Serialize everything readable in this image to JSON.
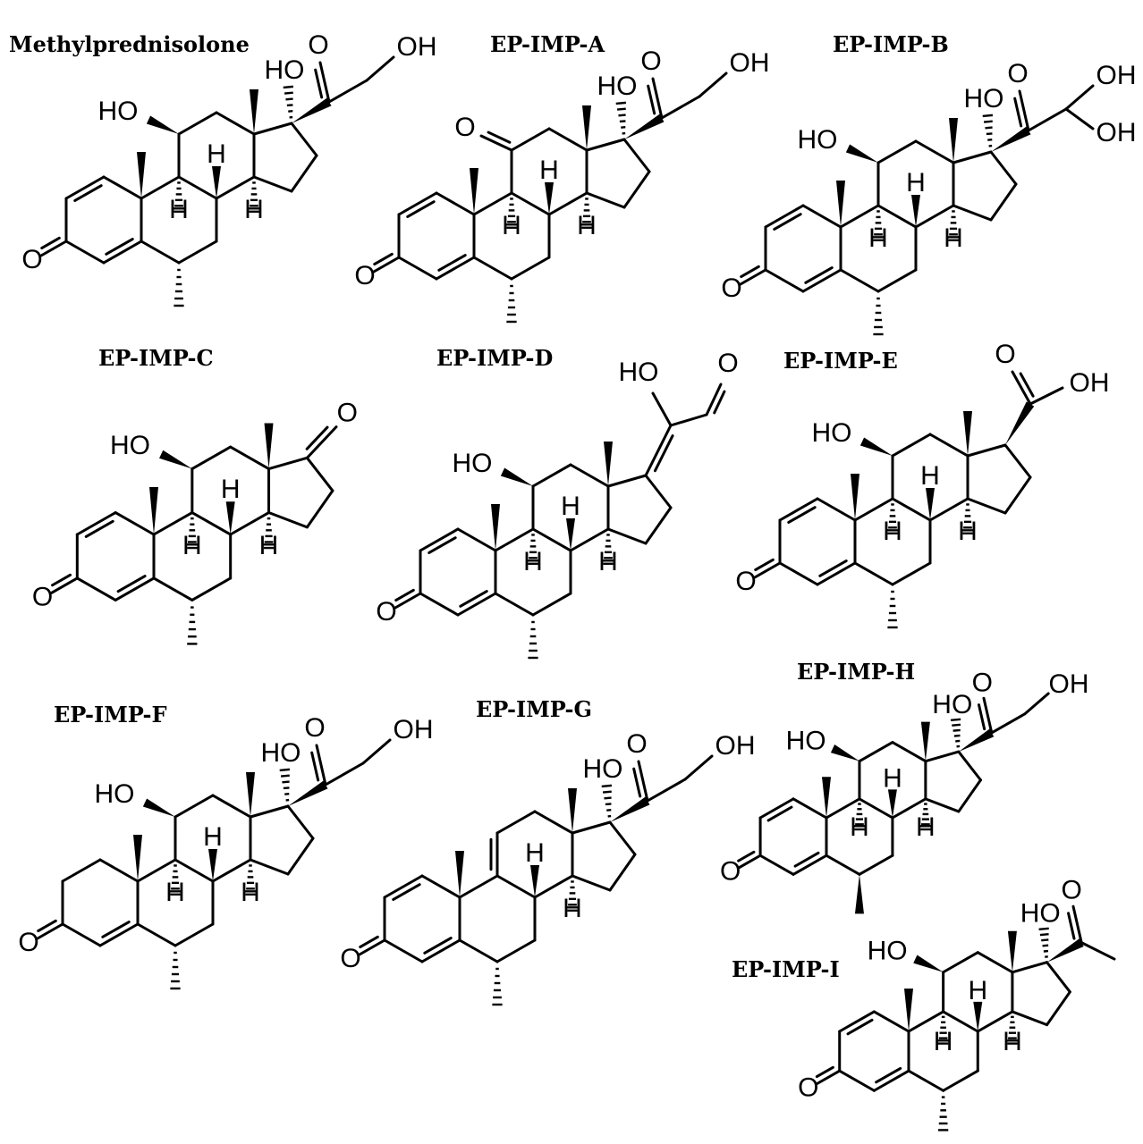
{
  "figure": {
    "compounds": [
      {
        "name": "Methylprednisolone"
      },
      {
        "name": "EP-IMP-A"
      },
      {
        "name": "EP-IMP-B"
      },
      {
        "name": "EP-IMP-C"
      },
      {
        "name": "EP-IMP-D"
      },
      {
        "name": "EP-IMP-E"
      },
      {
        "name": "EP-IMP-F"
      },
      {
        "name": "EP-IMP-G"
      },
      {
        "name": "EP-IMP-H"
      },
      {
        "name": "EP-IMP-I"
      }
    ],
    "atom_labels": {
      "hydroxyl": "HO",
      "hydroxyl_right": "OH",
      "oxygen": "O",
      "hydrogen": "H"
    },
    "colors": {
      "ink": "#000000",
      "background": "#ffffff"
    }
  }
}
